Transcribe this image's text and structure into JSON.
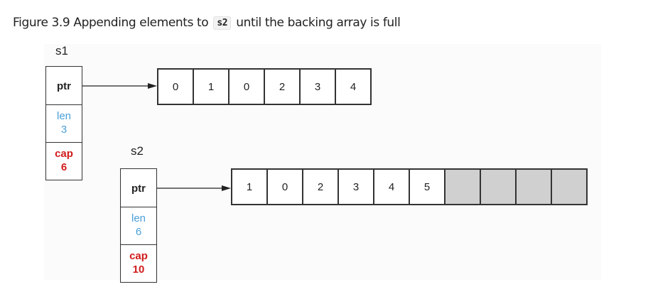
{
  "caption": {
    "before": "Figure 3.9 Appending elements to",
    "code": "s2",
    "after": "until the backing array is full"
  },
  "s1": {
    "label": "s1",
    "ptr_label": "ptr",
    "len_label": "len",
    "len_value": "3",
    "cap_label": "cap",
    "cap_value": "6",
    "array": [
      "0",
      "1",
      "0",
      "2",
      "3",
      "4"
    ]
  },
  "s2": {
    "label": "s2",
    "ptr_label": "ptr",
    "len_label": "len",
    "len_value": "6",
    "cap_label": "cap",
    "cap_value": "10",
    "array": [
      "1",
      "0",
      "2",
      "3",
      "4",
      "5"
    ],
    "empty_cells": 4
  },
  "colors": {
    "len": "#4a9fd8",
    "cap": "#d01c1c",
    "empty_cell": "#d0d0d0"
  }
}
